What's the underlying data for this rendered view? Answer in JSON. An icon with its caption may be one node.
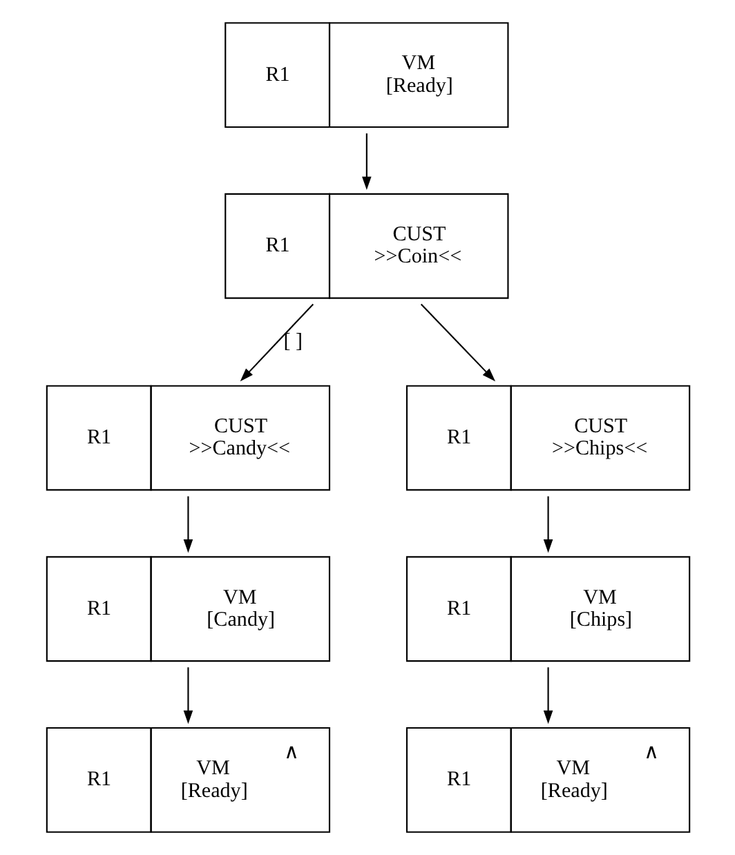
{
  "diagram": {
    "nodes": [
      {
        "text": [
          "R1",
          "VM [Ready]"
        ]
      },
      {
        "text": [
          "R1",
          "CUST >>Coin<<"
        ]
      },
      {
        "text": [
          "R1",
          "CUST >>Candy<<"
        ]
      },
      {
        "text": [
          "R1",
          "CUST >>Chips<<"
        ]
      },
      {
        "text": [
          "R1",
          "VM [Candy]"
        ]
      },
      {
        "text": [
          "R1",
          "VM [Chips]"
        ]
      },
      {
        "text": [
          "R1",
          "VM [Ready]",
          "∧"
        ]
      },
      {
        "text": [
          "R1",
          "VM [Ready]",
          "∧"
        ]
      }
    ],
    "edges": [
      {
        "from": 0,
        "to": 1,
        "arrow": "to"
      },
      {
        "from": 1,
        "to": 2,
        "arrow": "to",
        "label": "[ ]"
      },
      {
        "from": 1,
        "to": 3,
        "arrow": "to"
      },
      {
        "from": 2,
        "to": 4,
        "arrow": "to"
      },
      {
        "from": 3,
        "to": 5,
        "arrow": "to"
      },
      {
        "from": 4,
        "to": 6,
        "arrow": "to"
      },
      {
        "from": 5,
        "to": 7,
        "arrow": "to"
      }
    ]
  }
}
